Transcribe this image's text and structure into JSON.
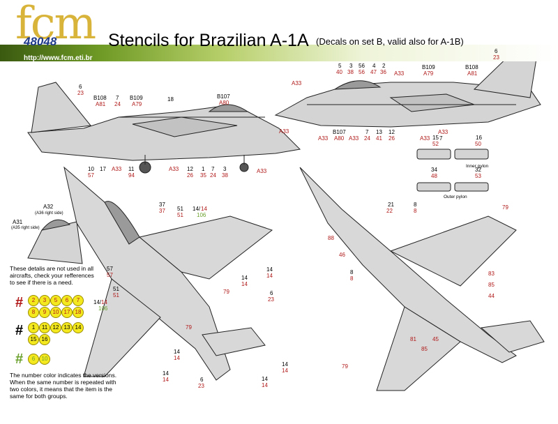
{
  "header": {
    "logo_text": "fcm",
    "logo_number": "48048",
    "url": "http://www.fcm.eti.br",
    "title": "Stencils for Brazilian A-1A",
    "subtitle": "(Decals on set B, valid also for A-1B)"
  },
  "details": {
    "a32": "A32",
    "a32_note": "(A36 right side)",
    "a31": "A31",
    "a31_note": "(A35 right side)",
    "note_lines": [
      "These detalis are not used in all",
      "aircrafts, check your refferences",
      "to see if there is a need."
    ]
  },
  "pylons": {
    "inner": "Inner pylon",
    "outer": "Outer pylon"
  },
  "legend": {
    "red_group": [
      "2",
      "3",
      "5",
      "6",
      "7",
      "8",
      "9",
      "10",
      "17",
      "18"
    ],
    "black_group": [
      "1",
      "11",
      "12",
      "13",
      "14",
      "15",
      "16"
    ],
    "green_group": [
      "6",
      "10"
    ],
    "hash_symbol": "#",
    "colors": {
      "red": "#b01818",
      "black": "#000000",
      "green": "#6aa12c",
      "circle": "#f4e81f"
    },
    "note_lines": [
      "The number color indicates the versions.",
      "When the same number is repeated with",
      "two colors, it means that the item is the",
      "same for both groups."
    ]
  },
  "labels": [
    {
      "t": "6",
      "c": "blk"
    },
    {
      "t": "23",
      "c": "red"
    },
    {
      "t": "B108",
      "c": "blk"
    },
    {
      "t": "A81",
      "c": "red"
    },
    {
      "t": "7",
      "c": "blk"
    },
    {
      "t": "24",
      "c": "red"
    },
    {
      "t": "B109",
      "c": "blk"
    },
    {
      "t": "A79",
      "c": "red"
    },
    {
      "t": "18",
      "c": "blk"
    },
    {
      "t": "B107",
      "c": "blk"
    },
    {
      "t": "A80",
      "c": "red"
    },
    {
      "t": "A33",
      "c": "red"
    },
    {
      "t": "10",
      "c": "blk"
    },
    {
      "t": "57",
      "c": "red"
    },
    {
      "t": "17",
      "c": "blk"
    },
    {
      "t": "A33",
      "c": "red"
    },
    {
      "t": "11",
      "c": "blk"
    },
    {
      "t": "94",
      "c": "red"
    },
    {
      "t": "A33",
      "c": "red"
    },
    {
      "t": "12",
      "c": "blk"
    },
    {
      "t": "26",
      "c": "red"
    },
    {
      "t": "1",
      "c": "blk"
    },
    {
      "t": "35",
      "c": "red"
    },
    {
      "t": "7",
      "c": "blk"
    },
    {
      "t": "24",
      "c": "red"
    },
    {
      "t": "3",
      "c": "blk"
    },
    {
      "t": "38",
      "c": "red"
    },
    {
      "t": "A33",
      "c": "red"
    },
    {
      "t": "5",
      "c": "blk"
    },
    {
      "t": "40",
      "c": "red"
    },
    {
      "t": "3",
      "c": "blk"
    },
    {
      "t": "38",
      "c": "red"
    },
    {
      "t": "56",
      "c": "blk"
    },
    {
      "t": "56",
      "c": "red"
    },
    {
      "t": "4",
      "c": "blk"
    },
    {
      "t": "47",
      "c": "red"
    },
    {
      "t": "2",
      "c": "blk"
    },
    {
      "t": "36",
      "c": "red"
    },
    {
      "t": "A33",
      "c": "red"
    },
    {
      "t": "B109",
      "c": "blk"
    },
    {
      "t": "A79",
      "c": "red"
    },
    {
      "t": "B108",
      "c": "blk"
    },
    {
      "t": "A81",
      "c": "red"
    },
    {
      "t": "6",
      "c": "blk"
    },
    {
      "t": "23",
      "c": "red"
    },
    {
      "t": "A33",
      "c": "red"
    },
    {
      "t": "B107",
      "c": "blk"
    },
    {
      "t": "A80",
      "c": "red"
    },
    {
      "t": "A33",
      "c": "red"
    },
    {
      "t": "A33",
      "c": "red"
    },
    {
      "t": "A33",
      "c": "red"
    },
    {
      "t": "7",
      "c": "blk"
    },
    {
      "t": "24",
      "c": "red"
    },
    {
      "t": "13",
      "c": "blk"
    },
    {
      "t": "41",
      "c": "red"
    },
    {
      "t": "12",
      "c": "blk"
    },
    {
      "t": "26",
      "c": "red"
    },
    {
      "t": "A33",
      "c": "red"
    },
    {
      "t": "7",
      "c": "blk"
    },
    {
      "t": "24",
      "c": "red"
    },
    {
      "t": "15",
      "c": "blk"
    },
    {
      "t": "52",
      "c": "red"
    },
    {
      "t": "16",
      "c": "blk"
    },
    {
      "t": "50",
      "c": "red"
    },
    {
      "t": "34",
      "c": "blk"
    },
    {
      "t": "48",
      "c": "red"
    },
    {
      "t": "32",
      "c": "blk"
    },
    {
      "t": "53",
      "c": "red"
    },
    {
      "t": "37",
      "c": "blk"
    },
    {
      "t": "37",
      "c": "red"
    },
    {
      "t": "51",
      "c": "blk"
    },
    {
      "t": "51",
      "c": "red"
    },
    {
      "t": "14/",
      "c": "blk"
    },
    {
      "t": "14",
      "c": "red"
    },
    {
      "t": "106",
      "c": "grn"
    },
    {
      "t": "57",
      "c": "blk"
    },
    {
      "t": "57",
      "c": "red"
    },
    {
      "t": "51",
      "c": "blk"
    },
    {
      "t": "51",
      "c": "red"
    },
    {
      "t": "14/",
      "c": "blk"
    },
    {
      "t": "14",
      "c": "red"
    },
    {
      "t": "106",
      "c": "grn"
    },
    {
      "t": "14",
      "c": "blk"
    },
    {
      "t": "14",
      "c": "red"
    },
    {
      "t": "14",
      "c": "blk"
    },
    {
      "t": "14",
      "c": "red"
    },
    {
      "t": "79",
      "c": "red"
    },
    {
      "t": "6",
      "c": "blk"
    },
    {
      "t": "23",
      "c": "red"
    },
    {
      "t": "79",
      "c": "red"
    },
    {
      "t": "14",
      "c": "blk"
    },
    {
      "t": "14",
      "c": "red"
    },
    {
      "t": "14",
      "c": "blk"
    },
    {
      "t": "14",
      "c": "red"
    },
    {
      "t": "6",
      "c": "blk"
    },
    {
      "t": "23",
      "c": "red"
    },
    {
      "t": "14",
      "c": "blk"
    },
    {
      "t": "14",
      "c": "red"
    },
    {
      "t": "14",
      "c": "blk"
    },
    {
      "t": "14",
      "c": "red"
    },
    {
      "t": "21",
      "c": "blk"
    },
    {
      "t": "22",
      "c": "red"
    },
    {
      "t": "8",
      "c": "blk"
    },
    {
      "t": "8",
      "c": "red"
    },
    {
      "t": "79",
      "c": "red"
    },
    {
      "t": "88",
      "c": "red"
    },
    {
      "t": "46",
      "c": "red"
    },
    {
      "t": "8",
      "c": "blk"
    },
    {
      "t": "8",
      "c": "red"
    },
    {
      "t": "83",
      "c": "red"
    },
    {
      "t": "85",
      "c": "red"
    },
    {
      "t": "44",
      "c": "red"
    },
    {
      "t": "81",
      "c": "red"
    },
    {
      "t": "85",
      "c": "red"
    },
    {
      "t": "45",
      "c": "red"
    },
    {
      "t": "79",
      "c": "red"
    }
  ]
}
